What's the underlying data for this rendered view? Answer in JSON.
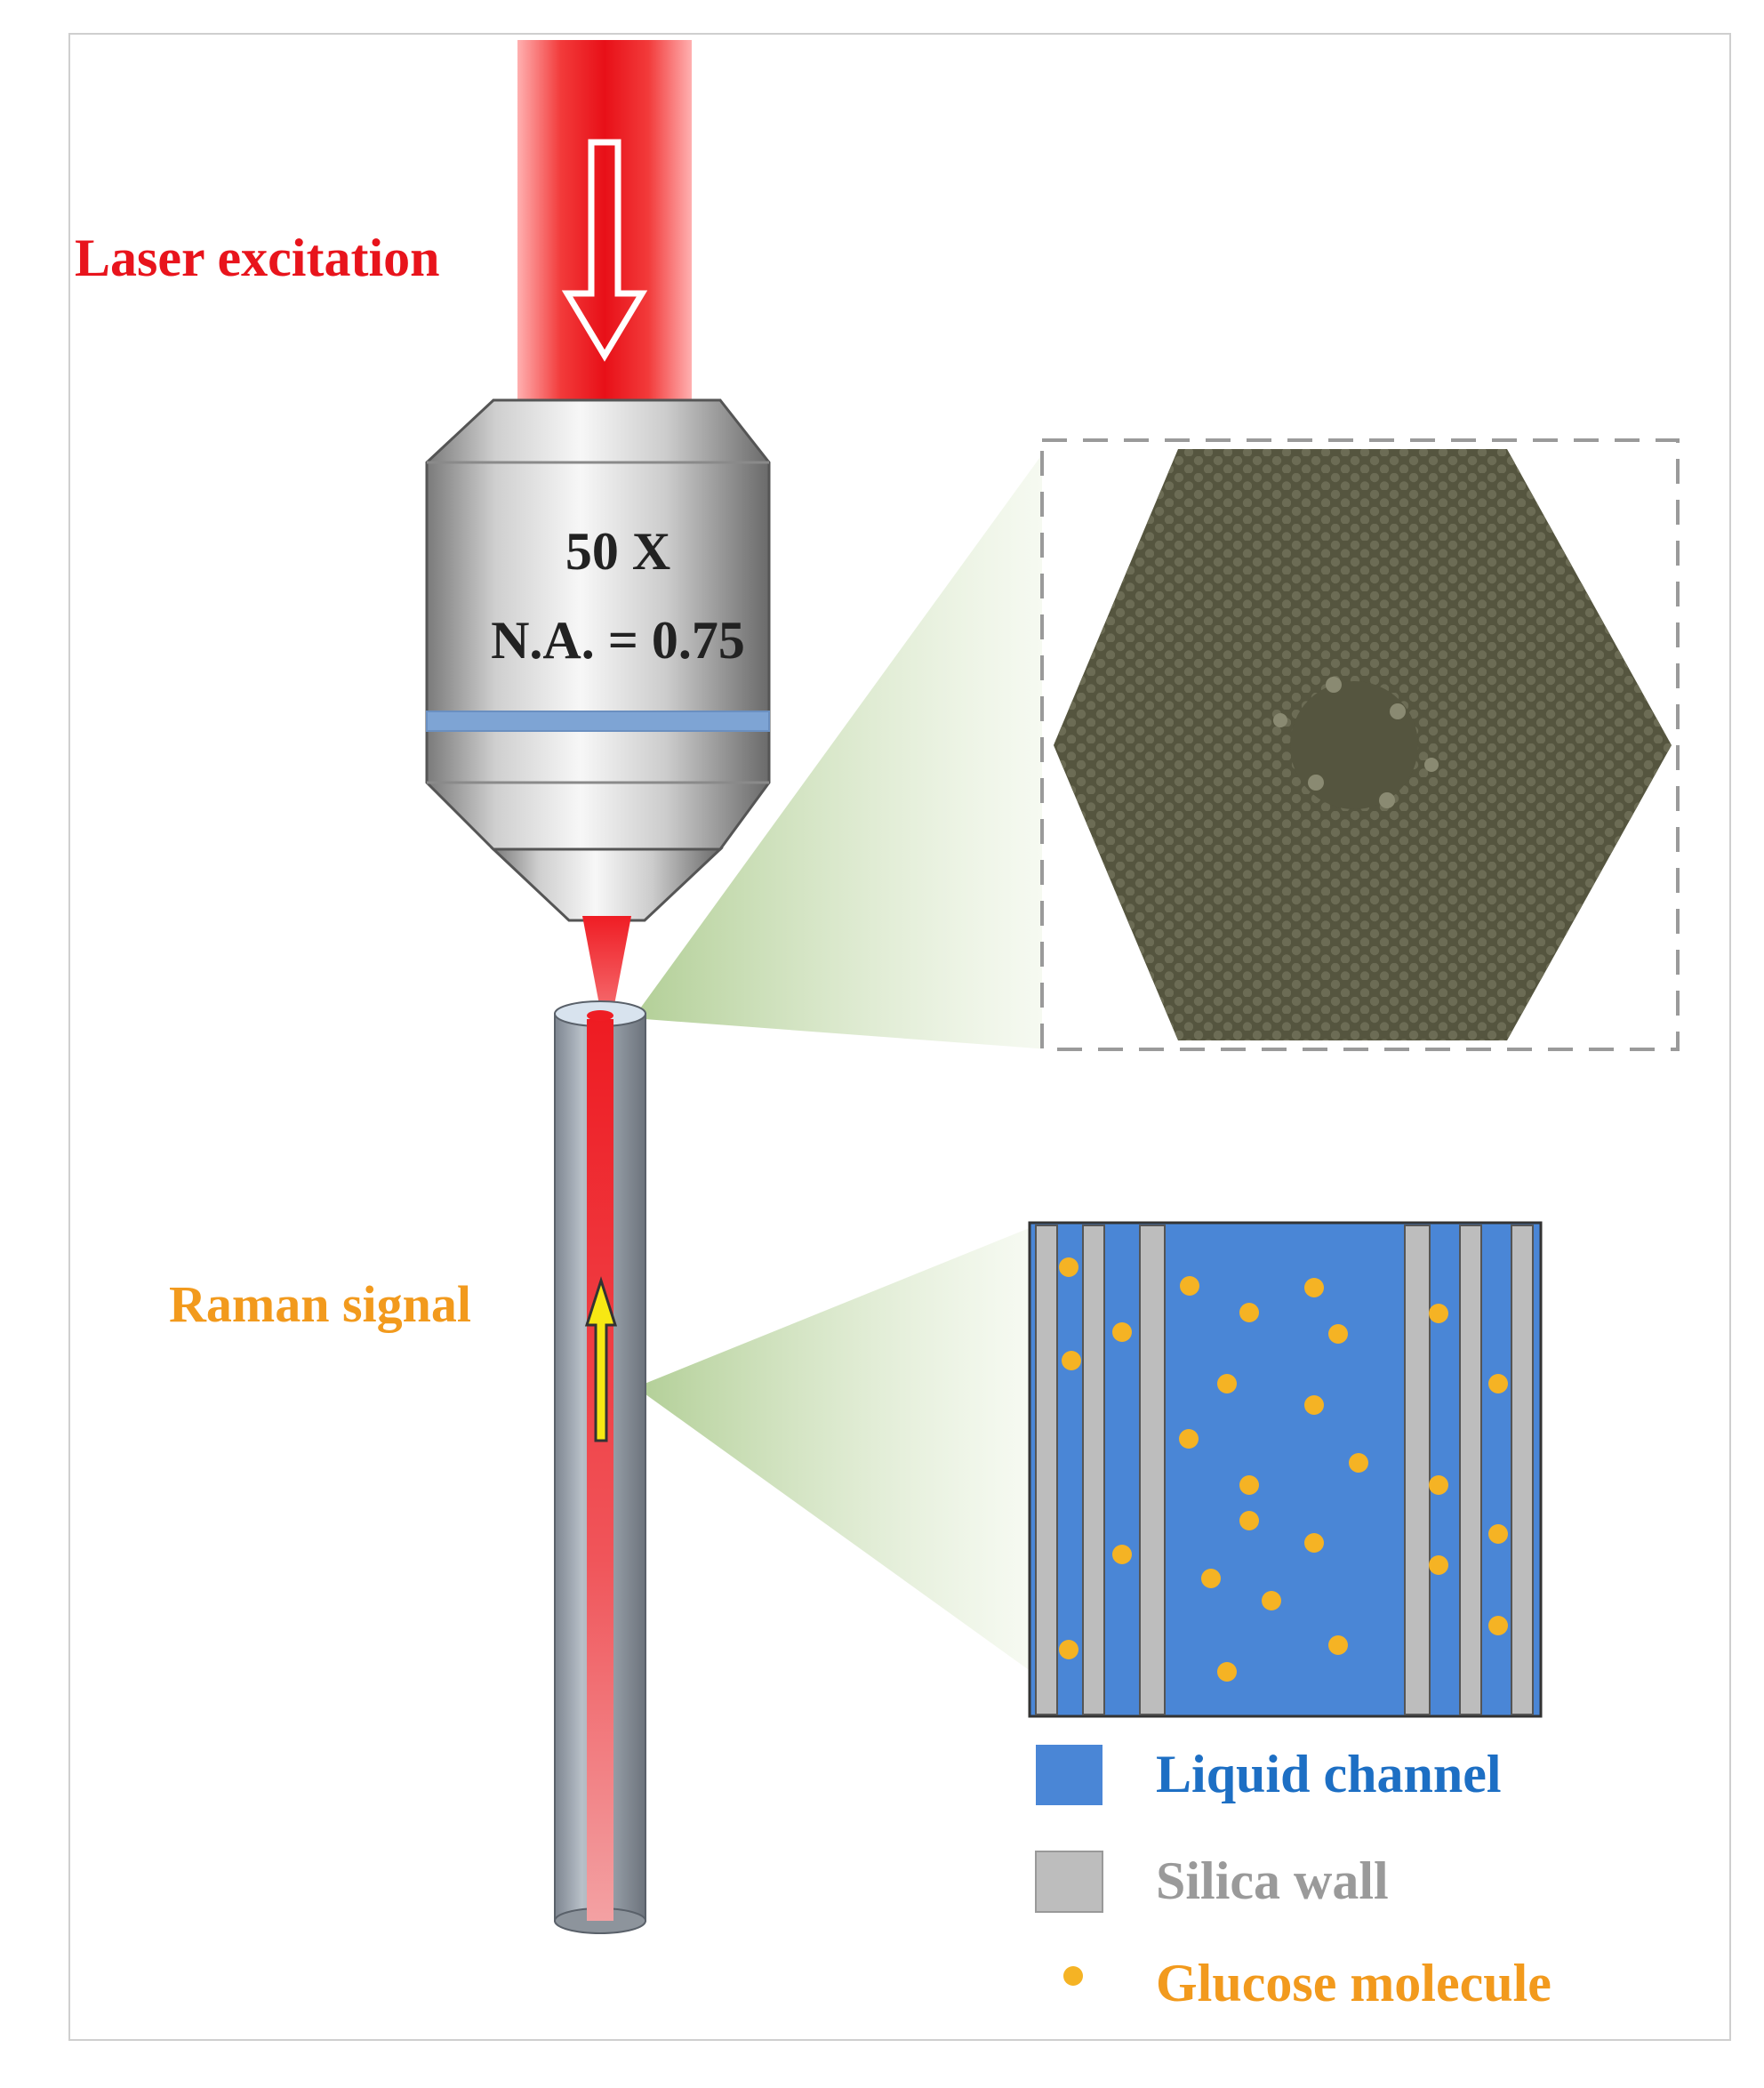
{
  "labels": {
    "laser": "Laser excitation",
    "raman": "Raman signal",
    "magnification": "50 X",
    "numerical_aperture": "N.A. = 0.75"
  },
  "legend": [
    {
      "label": "Liquid channel",
      "color": "#4a86d6"
    },
    {
      "label": "Silica wall",
      "color": "#bdbdbd"
    },
    {
      "label": "Glucose molecule",
      "color": "#f5b324"
    }
  ],
  "colors": {
    "laser_text": "#e8141c",
    "raman_text": "#f29a1d",
    "liquid_text": "#1d6fc4",
    "silica_text": "#9a9a9a",
    "glucose_text": "#f29a1d",
    "beam": "#ef1d24",
    "channel": "#4a86d6",
    "wall": "#bdbdbd",
    "molecule": "#f5b324",
    "fiber_hex": "#5a5a44"
  }
}
